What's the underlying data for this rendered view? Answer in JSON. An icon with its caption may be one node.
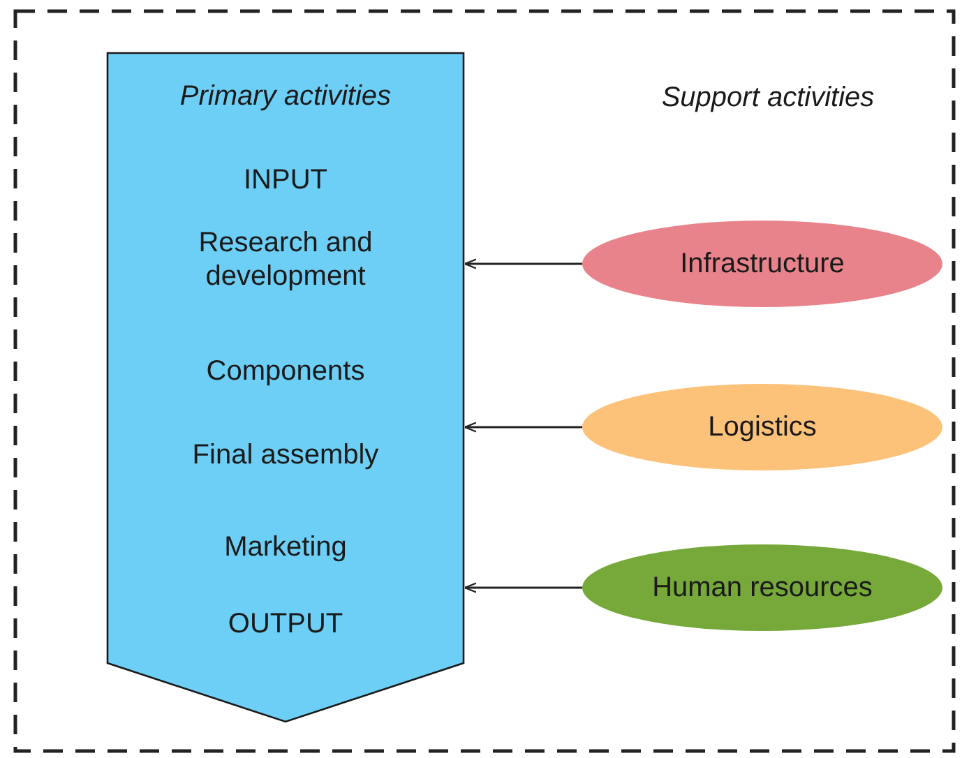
{
  "diagram": {
    "nodes": [
      {
        "text": [
          "Primary activities",
          "INPUT",
          "Research and development",
          "Components",
          "Final assembly",
          "Marketing",
          "OUTPUT"
        ]
      },
      {
        "text": [
          "Infrastructure"
        ]
      },
      {
        "text": [
          "Logistics"
        ]
      },
      {
        "text": [
          "Human resources"
        ]
      }
    ],
    "edges": [
      {
        "from": 1,
        "to": 0,
        "arrow": "to"
      },
      {
        "from": 2,
        "to": 0,
        "arrow": "to"
      },
      {
        "from": 3,
        "to": 0,
        "arrow": "to"
      }
    ],
    "labels": [
      "Support activities"
    ]
  }
}
